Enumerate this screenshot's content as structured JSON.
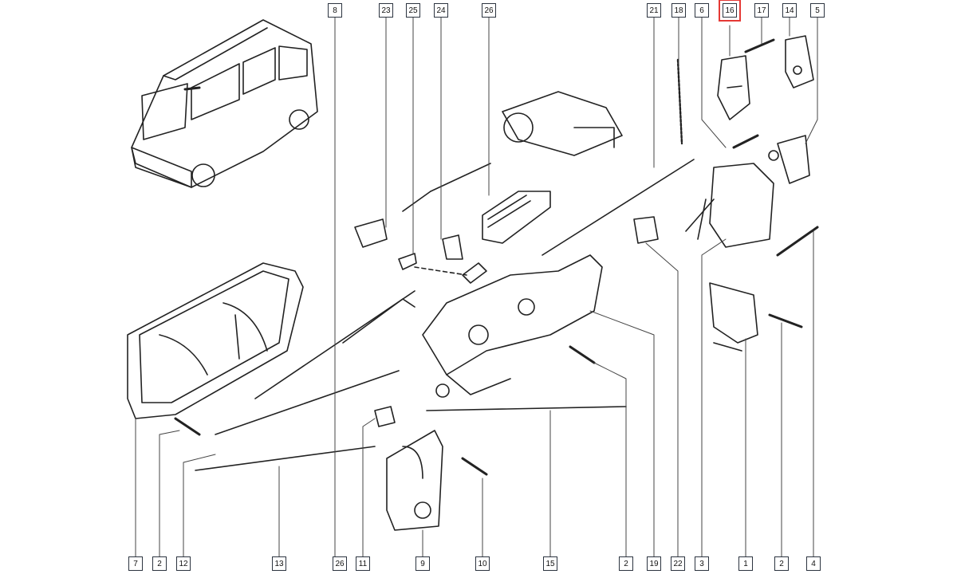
{
  "diagram": {
    "callouts_top": [
      "8",
      "23",
      "25",
      "24",
      "26",
      "21",
      "18",
      "6",
      "16",
      "17",
      "14",
      "5"
    ],
    "callouts_bottom": [
      "7",
      "2",
      "12",
      "13",
      "26",
      "11",
      "9",
      "10",
      "15",
      "2",
      "19",
      "22",
      "3",
      "1",
      "2",
      "4"
    ],
    "highlighted": "16",
    "highlight_color": "#e53935"
  }
}
